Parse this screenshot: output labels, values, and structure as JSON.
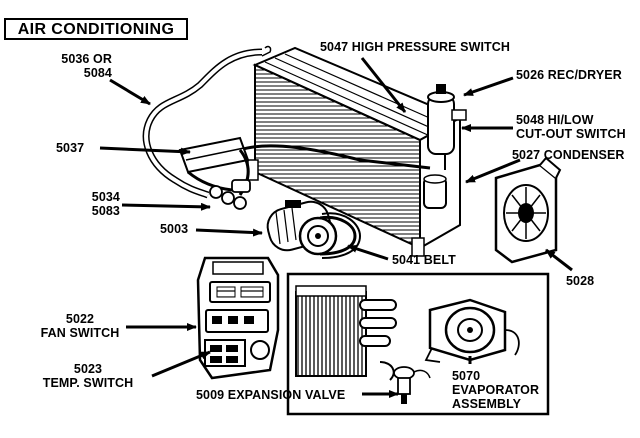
{
  "title": "AIR CONDITIONING",
  "labels": {
    "l5036_line1": "5036 OR",
    "l5036_line2": "5084",
    "l5047": "5047 HIGH PRESSURE SWITCH",
    "l5026": "5026 REC/DRYER",
    "l5048_line1": "5048 HI/LOW",
    "l5048_line2": "CUT-OUT SWITCH",
    "l5027": "5027 CONDENSER",
    "l5037": "5037",
    "l5034_line1": "5034",
    "l5034_line2": "5083",
    "l5003": "5003",
    "l5041": "5041  BELT",
    "l5028": "5028",
    "l5022_line1": "5022",
    "l5022_line2": "FAN SWITCH",
    "l5023_line1": "5023",
    "l5023_line2": "TEMP. SWITCH",
    "l5009": "5009 EXPANSION VALVE",
    "l5070_line1": "5070",
    "l5070_line2": "EVAPORATOR",
    "l5070_line3": "ASSEMBLY"
  }
}
